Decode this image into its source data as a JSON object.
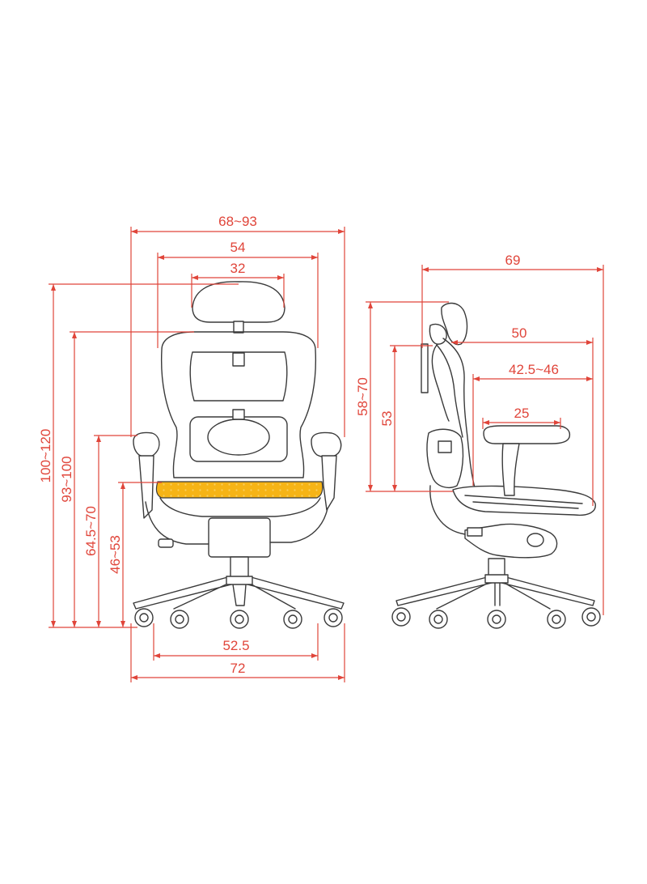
{
  "diagram": {
    "colors": {
      "dimension": "#e0453a",
      "outline": "#3a3a3a",
      "mesh": "#e3a53a",
      "seat": "#f6b416",
      "background": "#ffffff"
    },
    "front_view": {
      "overall_width": "68~93",
      "backrest_width": "54",
      "headrest_width": "32",
      "total_height": "100~120",
      "backrest_top_height": "93~100",
      "armrest_height": "64.5~70",
      "seat_height": "46~53",
      "base_inner_width": "52.5",
      "base_width": "72"
    },
    "side_view": {
      "depth": "69",
      "seat_depth": "50",
      "seat_adjust_depth": "42.5~46",
      "armrest_length": "25",
      "backrest_height": "58~70",
      "backrest_lower_height": "53"
    }
  }
}
